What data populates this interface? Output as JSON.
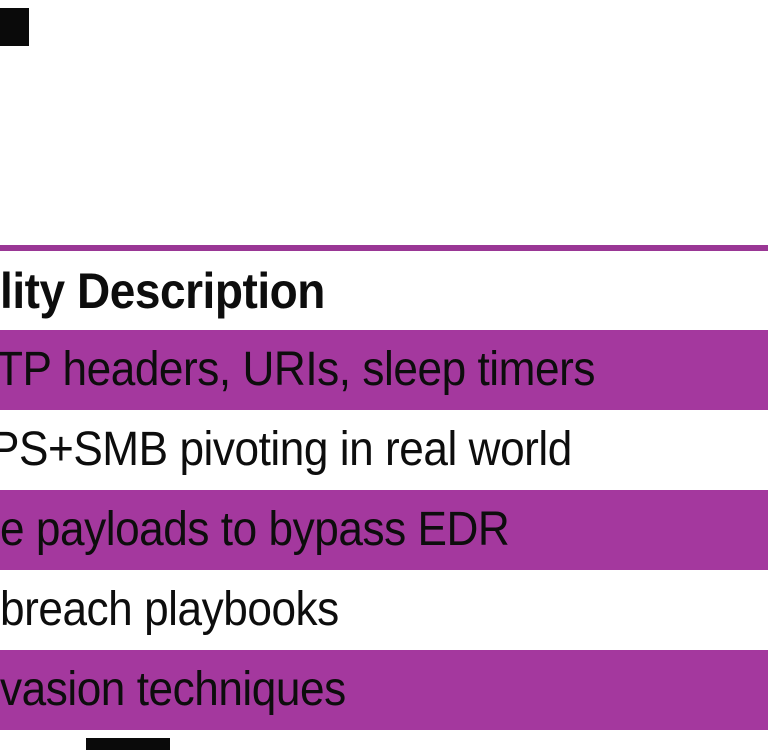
{
  "table": {
    "header": {
      "description_column_label": "lity Description"
    },
    "rows": [
      {
        "description": "TP headers, URIs, sleep timers",
        "shaded": true
      },
      {
        "description": "PS+SMB pivoting in real world",
        "shaded": false
      },
      {
        "description": "e payloads to bypass EDR",
        "shaded": true
      },
      {
        "description": "breach playbooks",
        "shaded": false
      },
      {
        "description": "vasion techniques",
        "shaded": true
      }
    ]
  },
  "colors": {
    "row_highlight": "#a4389e",
    "header_rule": "#9a3795",
    "text": "#0d0d0d",
    "background": "#ffffff",
    "fragment": "#0a0a0a"
  }
}
